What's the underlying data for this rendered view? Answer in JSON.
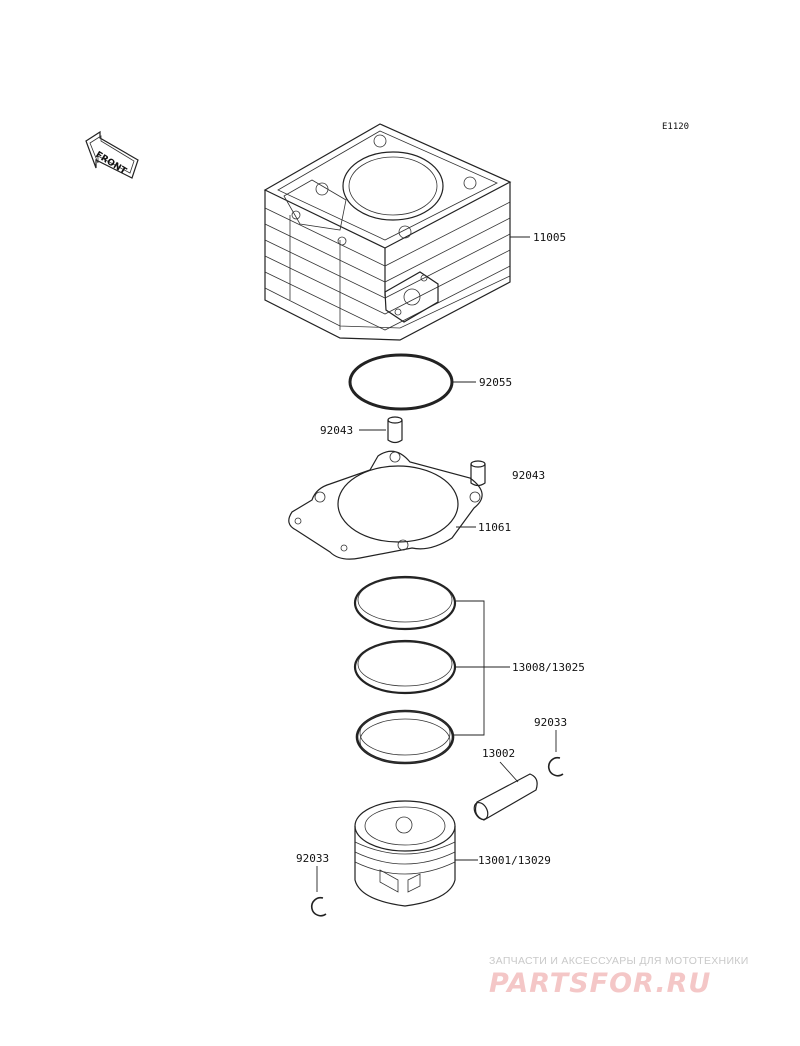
{
  "diagram_code": "E1120",
  "front_label": "FRONT",
  "parts": {
    "cylinder": "11005",
    "o_ring": "92055",
    "dowel_pin_left": "92043",
    "dowel_pin_right": "92043",
    "gasket": "11061",
    "ring_set": "13008/13025",
    "circlip_right": "92033",
    "piston_pin": "13002",
    "circlip_left": "92033",
    "piston": "13001/13029"
  },
  "watermark": {
    "tagline": "ЗАПЧАСТИ И АКСЕССУАРЫ ДЛЯ МОТОТЕХНИКИ",
    "brand": "PARTSFOR.RU"
  }
}
